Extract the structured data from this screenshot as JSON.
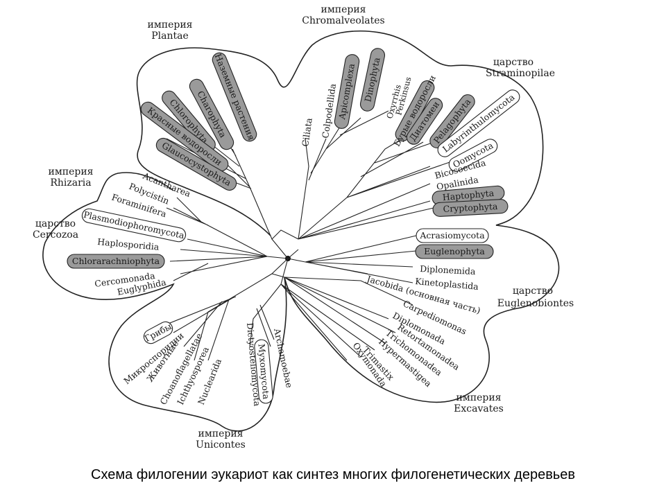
{
  "groups": {
    "plantae_rank": "империя",
    "plantae_name": "Plantae",
    "chromalveolates_rank": "империя",
    "chromalveolates_name": "Chromalveolates",
    "straminopilae_rank": "царство",
    "straminopilae_name": "Straminopilae",
    "rhizaria_rank": "империя",
    "rhizaria_name": "Rhizaria",
    "cercozoa_rank": "царство",
    "cercozoa_name": "Cercozoa",
    "euglenobiontes_rank": "царство",
    "euglenobiontes_name": "Euglenobiontes",
    "excavates_rank": "империя",
    "excavates_name": "Excavates",
    "unicontes_rank": "империя",
    "unicontes_name": "Unicontes"
  },
  "taxa": {
    "land_plants": "Наземные растения",
    "charophyta": "Charophyta",
    "chlorophyta": "Chlorophyta",
    "red_algae": "Красные водоросли",
    "glaucocystophyta": "Glaucocystophyta",
    "ciliata": "Ciliata",
    "colpodellida": "Colpodellida",
    "apicomplexa": "Apicomplexa",
    "dinophyta": "Dinophyta",
    "oxyrrhis": "Oxyrrhis",
    "perkinsus": "Perkinsus",
    "brown_algae": "Бурые водоросли",
    "diatoms": "Диатомеи",
    "pelagophyta": "Pelagophyta",
    "labyrinthulomycota": "Labyrinthulomycota",
    "oomycota": "Oomycota",
    "bicosoecida": "Bicosoecida",
    "opalinida": "Opalinida",
    "haptophyta": "Haptophyta",
    "cryptophyta": "Cryptophyta",
    "acantharea": "Acantharea",
    "polycistin": "Polycistin",
    "foraminifera": "Foraminifera",
    "plasmodiophoromycota": "Plasmodiophoromycota",
    "haplosporidia": "Haplosporidia",
    "chlorarachniophyta": "Chlorarachniophyta",
    "cercomonada": "Cercomonada",
    "euglyphida": "Euglyphida",
    "acrasiomycota": "Acrasiomycota",
    "euglenophyta": "Euglenophyta",
    "diplonemida": "Diplonemida",
    "kinetoplastida": "Kinetoplastida",
    "jacobida": "Jacobida (основная часть)",
    "carpediomonas": "Carpediomonas",
    "diplomonada": "Diplomonada",
    "retortamonadea": "Retortamonadea",
    "trichomonadea": "Trichomonadea",
    "hypermastigea": "Hypermastigea",
    "trimastix": "Trimastix",
    "oxymonada": "Oxymonada",
    "fungi": "Грибы",
    "microsporidia": "Микроспоридии",
    "animals": "Животные",
    "choanoflagellatae": "Choanoflagellatae",
    "ichthyosporea": "Ichthyosporea",
    "nuclearida": "Nuclearida",
    "dictyosteliomycota": "Dictyosteliomycota",
    "myxomycota": "Myxomycota",
    "archamoebae": "Archamoebae"
  },
  "caption": "Схема филогении эукариот как синтез многих филогенетических деревьев"
}
